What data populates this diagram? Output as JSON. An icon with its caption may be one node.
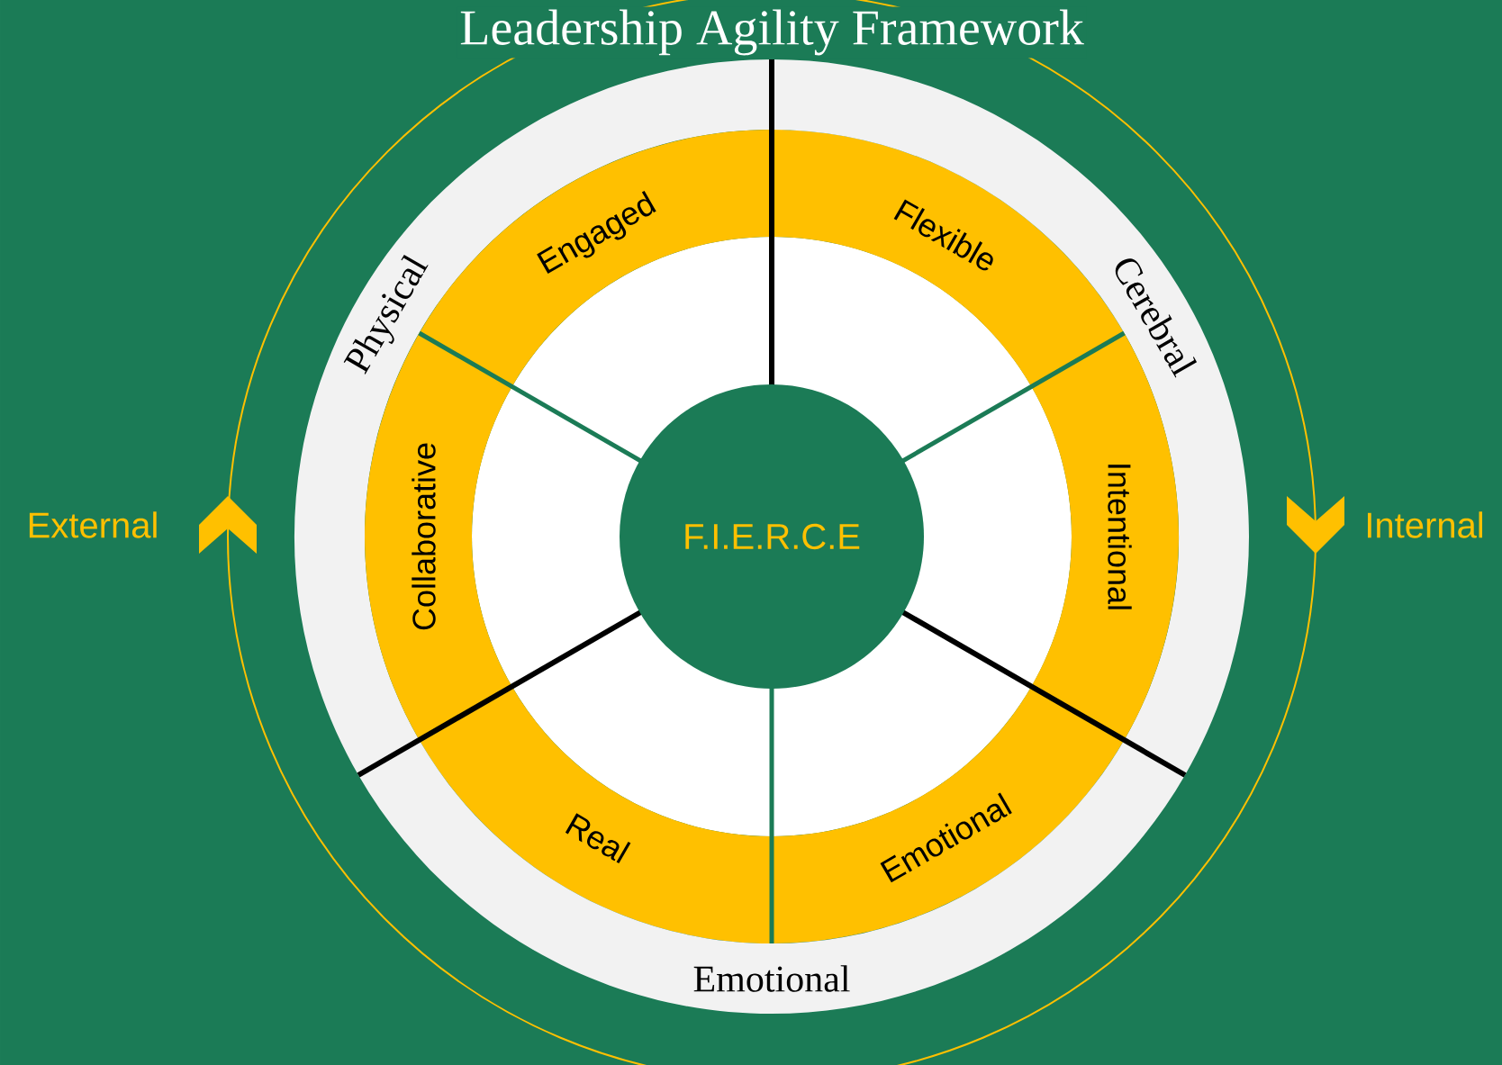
{
  "diagram": {
    "title": "Leadership Agility Framework",
    "nodes": [
      {
        "text": [
          "Physical"
        ]
      },
      {
        "text": [
          "Engaged"
        ]
      },
      {
        "text": [
          "Flexible"
        ]
      },
      {
        "text": [
          "Cerebral"
        ]
      },
      {
        "text": [
          "Collaborative"
        ]
      },
      {
        "text": [
          "F.I.E.R.C.E"
        ]
      },
      {
        "text": [
          "Intentional"
        ]
      },
      {
        "text": [
          "Real"
        ]
      },
      {
        "text": [
          "Emotional"
        ]
      },
      {
        "text": [
          "Emotional"
        ]
      }
    ],
    "edges": [],
    "labels": [
      "External",
      "Internal"
    ]
  }
}
